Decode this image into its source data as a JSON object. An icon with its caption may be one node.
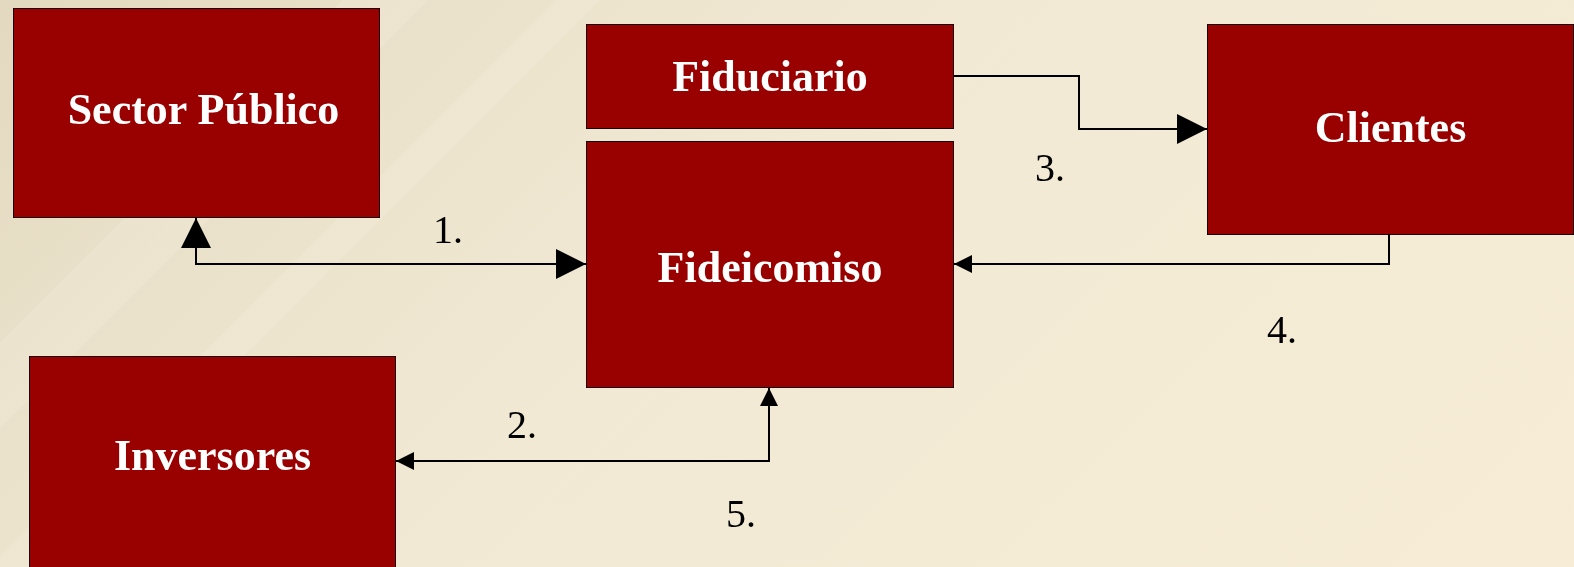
{
  "diagram": {
    "nodes": [
      {
        "text": [
          "Sector Público"
        ]
      },
      {
        "text": [
          "Fiduciario"
        ]
      },
      {
        "text": [
          "Clientes"
        ]
      },
      {
        "text": [
          "Fideicomiso"
        ]
      },
      {
        "text": [
          "Inversores"
        ]
      }
    ],
    "edges": [
      {
        "from": 0,
        "to": 3,
        "arrow": "both",
        "label": "1."
      },
      {
        "from": 1,
        "to": 2,
        "arrow": "to",
        "label": "3."
      },
      {
        "from": 2,
        "to": 3,
        "arrow": "to",
        "label": "4."
      },
      {
        "from": 3,
        "to": 4,
        "arrow": "both",
        "label": "2."
      }
    ],
    "labels": [
      "5."
    ]
  }
}
